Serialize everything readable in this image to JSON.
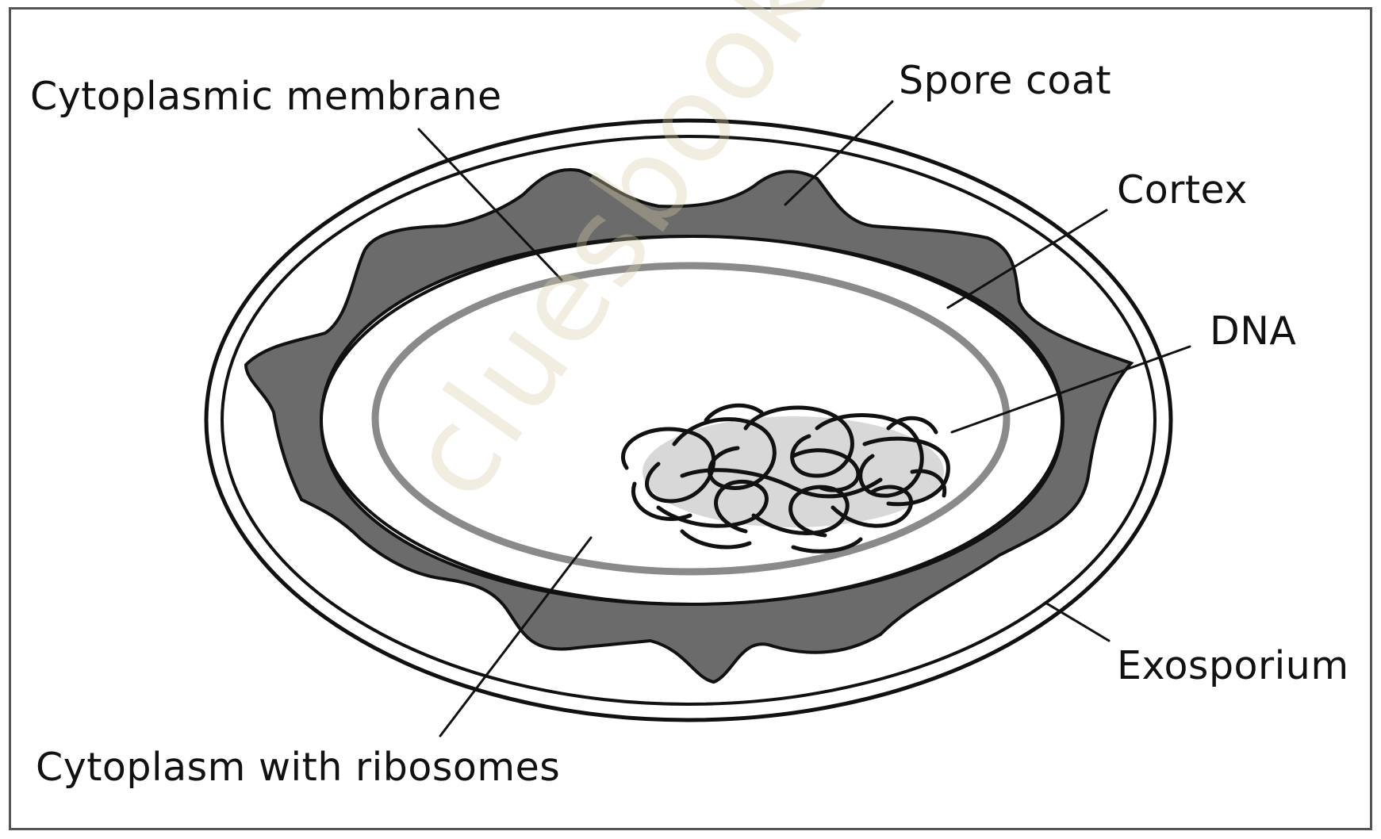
{
  "labels": {
    "cytoplasmic_membrane": "Cytoplasmic membrane",
    "spore_coat": "Spore coat",
    "cortex": "Cortex",
    "dna": "DNA",
    "exosporium": "Exosporium",
    "cytoplasm_with_ribosomes": "Cytoplasm with ribosomes"
  },
  "watermark": "cluesbook.com",
  "colors": {
    "spore_coat_fill": "#6b6b6b",
    "membrane_stroke": "#8a8a8a",
    "dna_fill": "#d8d8d8",
    "outline": "#111111",
    "frame_border": "#555555"
  }
}
